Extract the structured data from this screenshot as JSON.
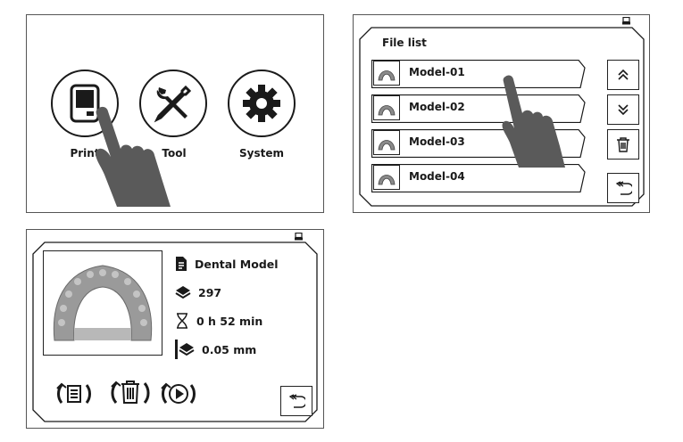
{
  "main_menu": {
    "items": [
      {
        "label": "Print",
        "icon": "print-icon"
      },
      {
        "label": "Tool",
        "icon": "tool-icon"
      },
      {
        "label": "System",
        "icon": "gear-icon"
      }
    ]
  },
  "file_list": {
    "title": "File list",
    "files": [
      {
        "name": "Model-01"
      },
      {
        "name": "Model-02"
      },
      {
        "name": "Model-03"
      },
      {
        "name": "Model-04"
      }
    ],
    "buttons": [
      "page-up-icon",
      "page-down-icon",
      "delete-icon",
      "back-icon"
    ]
  },
  "file_detail": {
    "file_name": "Dental Model",
    "layers": "297",
    "print_time": "0 h 52 min",
    "layer_thickness": "0.05 mm",
    "actions": [
      "details-icon",
      "delete-icon",
      "play-icon",
      "back-icon"
    ]
  },
  "colors": {
    "line": "#1a1a1a",
    "hand": "#5a5a5a",
    "model": "#9a9a9a"
  }
}
